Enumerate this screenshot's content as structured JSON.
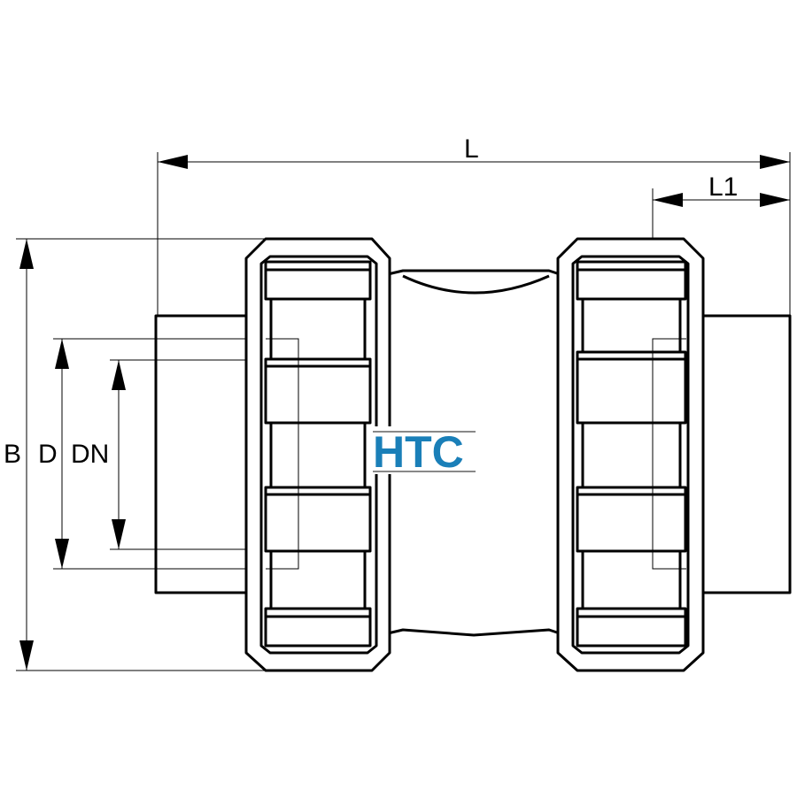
{
  "dimensions": {
    "overall_length": "L",
    "end_length": "L1",
    "outer_diameter": "B",
    "pipe_diameter": "D",
    "nominal_diameter": "DN"
  },
  "logo": {
    "text": "HTC",
    "color": "#1a7fb8",
    "underline_color": "#888888"
  }
}
